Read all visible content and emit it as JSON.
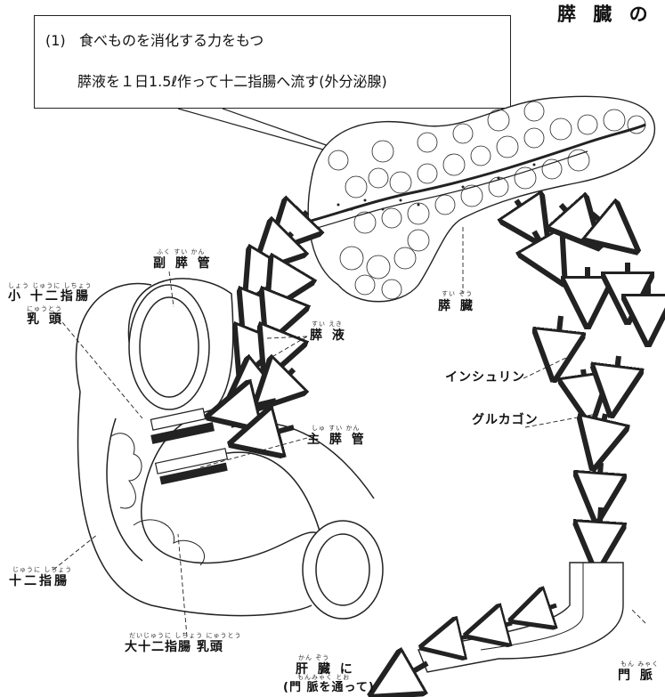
{
  "title": "膵 臓 の",
  "callout": {
    "line1_num": "(1)",
    "line1": "食べものを消化する力をもつ",
    "line2": "膵液を１日1.5ℓ作って十二指腸へ流す(外分泌腺)"
  },
  "labels": {
    "minor_papilla_line1": "小 十二指腸",
    "minor_papilla_line1_ruby": "しょう じゅうに しちょう",
    "minor_papilla_line2": "乳 頭",
    "minor_papilla_line2_ruby": "にゅうとう",
    "accessory_duct": "副 膵 管",
    "accessory_duct_ruby": "ふく すい かん",
    "pancreatic_juice": "膵 液",
    "pancreatic_juice_ruby": "すい えき",
    "pancreas": "膵 臓",
    "pancreas_ruby": "すい ぞう",
    "insulin": "インシュリン",
    "glucagon": "グルカゴン",
    "main_duct": "主 膵 管",
    "main_duct_ruby": "しゅ すい かん",
    "duodenum": "十二指腸",
    "duodenum_ruby": "じゅうに しちょう",
    "major_papilla": "大十二指腸 乳頭",
    "major_papilla_ruby": "だいじゅうに しちょう にゅうとう",
    "portal_vein": "門 脈",
    "portal_vein_ruby": "もん みゃく",
    "to_liver": "肝 臓 に",
    "to_liver_ruby": "かん ぞう",
    "via_portal": "(門 脈を通って)",
    "via_portal_ruby": "もんみゃく とお"
  }
}
